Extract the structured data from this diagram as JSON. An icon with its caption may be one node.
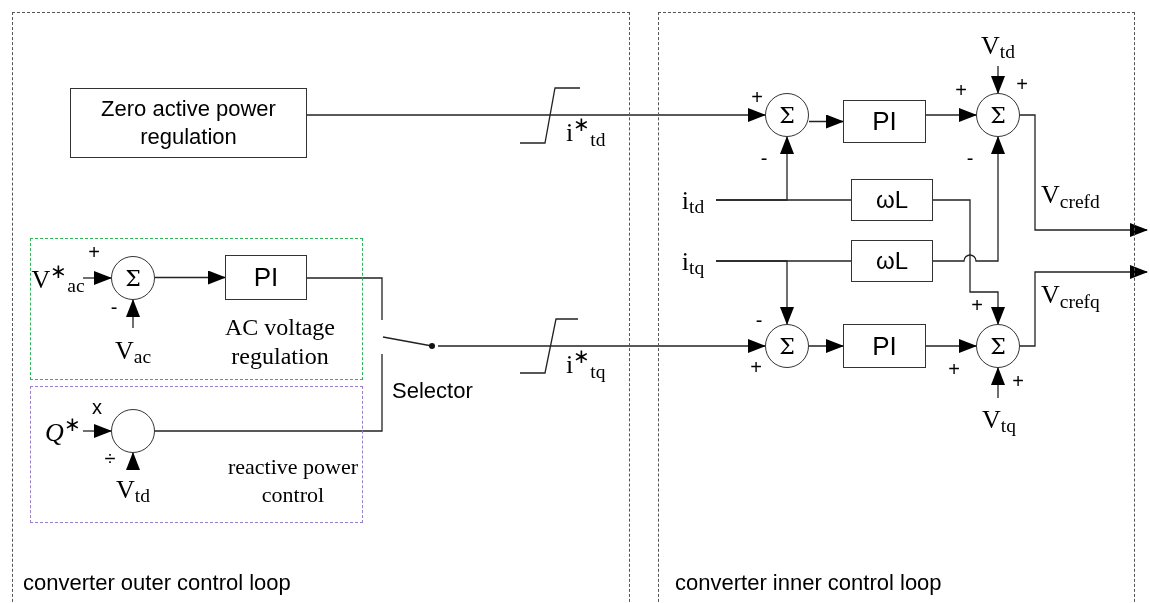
{
  "diagram": {
    "nodes": [
      {
        "text": [
          "converter outer control loop"
        ]
      },
      {
        "text": [
          "converter inner control loop"
        ]
      },
      {
        "text": [
          "Zero active power regulation"
        ],
        "in": 0
      },
      {
        "text": [
          "AC voltage regulation"
        ],
        "in": 0
      },
      {
        "text": [
          "reactive power control"
        ],
        "in": 0
      },
      {
        "text": [
          "V$^{∗}$$_{ac}$"
        ],
        "in": 3
      },
      {
        "text": [
          "Σ"
        ],
        "in": 3
      },
      {
        "text": [
          "V$_{ac}$"
        ],
        "in": 3
      },
      {
        "text": [
          "PI"
        ],
        "in": 3
      },
      {
        "text": [
          "*Q*$^{∗}$"
        ],
        "in": 4
      },
      {
        "text": [],
        "shape": "circle",
        "in": 4
      },
      {
        "text": [
          "V$_{td}$"
        ],
        "in": 4
      },
      {
        "text": [],
        "shape": "switch",
        "in": 0,
        "beside": [
          "Selector"
        ]
      },
      {
        "text": [
          "Σ"
        ],
        "in": 1
      },
      {
        "text": [
          "PI"
        ],
        "in": 1
      },
      {
        "text": [
          "Σ"
        ],
        "in": 1
      },
      {
        "text": [
          "V$_{td}$"
        ],
        "in": 1
      },
      {
        "text": [
          "i$_{td}$"
        ],
        "in": 1
      },
      {
        "text": [
          "ωL"
        ],
        "in": 1
      },
      {
        "text": [
          "i$_{tq}$"
        ],
        "in": 1
      },
      {
        "text": [
          "ωL"
        ],
        "in": 1
      },
      {
        "text": [
          "Σ"
        ],
        "in": 1
      },
      {
        "text": [
          "PI"
        ],
        "in": 1
      },
      {
        "text": [
          "Σ"
        ],
        "in": 1
      },
      {
        "text": [
          "V$_{tq}$"
        ],
        "in": 1
      }
    ],
    "edges": [
      {
        "from": 2,
        "to": 13,
        "arrow": "to",
        "label": "i$^{∗}$$_{td}$"
      },
      {
        "from": 5,
        "to": 6,
        "arrow": "to"
      },
      {
        "from": 7,
        "to": 6,
        "arrow": "to"
      },
      {
        "from": 6,
        "to": 8,
        "arrow": "to"
      },
      {
        "from": 8,
        "to": 12,
        "arrow": "none"
      },
      {
        "from": 9,
        "to": 10,
        "arrow": "to"
      },
      {
        "from": 11,
        "to": 10,
        "arrow": "to"
      },
      {
        "from": 10,
        "to": 12,
        "arrow": "none"
      },
      {
        "from": 12,
        "to": 21,
        "arrow": "to",
        "label": "i$^{∗}$$_{tq}$"
      },
      {
        "from": 13,
        "to": 14,
        "arrow": "to"
      },
      {
        "from": 14,
        "to": 15,
        "arrow": "to"
      },
      {
        "from": 16,
        "to": 15,
        "arrow": "to"
      },
      {
        "from": 17,
        "to": 13,
        "arrow": "to"
      },
      {
        "from": 17,
        "to": 18,
        "arrow": "none"
      },
      {
        "from": 18,
        "to": 23,
        "arrow": "to"
      },
      {
        "from": 19,
        "to": 21,
        "arrow": "to"
      },
      {
        "from": 19,
        "to": 20,
        "arrow": "none"
      },
      {
        "from": 20,
        "to": 15,
        "arrow": "to"
      },
      {
        "from": 21,
        "to": 22,
        "arrow": "to"
      },
      {
        "from": 22,
        "to": 23,
        "arrow": "to"
      },
      {
        "from": 24,
        "to": 23,
        "arrow": "to"
      },
      {
        "from": 15,
        "to": null,
        "arrow": "to",
        "label": "V$_{crefd}$"
      },
      {
        "from": 23,
        "to": null,
        "arrow": "to",
        "label": "V$_{crefq}$"
      }
    ],
    "labels": [
      "+",
      "+",
      "+",
      "-",
      "-",
      "+",
      "-",
      "+",
      "-",
      "+",
      "+",
      "+",
      "x",
      "÷"
    ]
  }
}
